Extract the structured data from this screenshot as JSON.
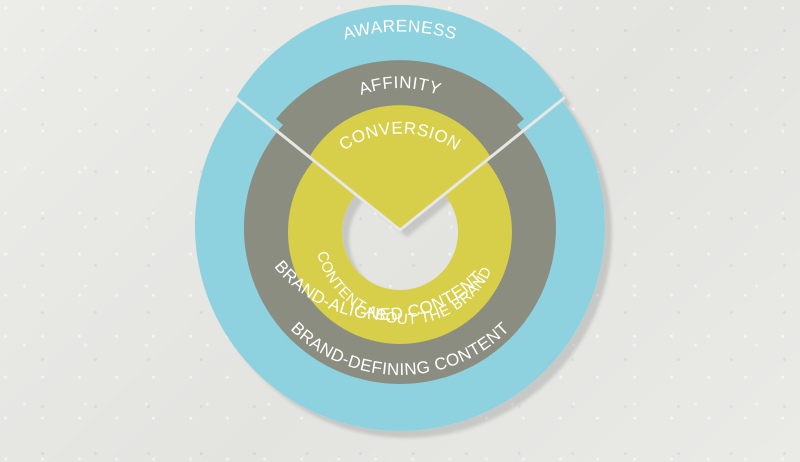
{
  "diagram": {
    "segments": {
      "awareness": "AWARENESS",
      "affinity": "AFFINITY",
      "conversion": "CONVERSION"
    },
    "rings": {
      "outer": "BRAND-DEFINING CONTENT",
      "middle": "BRAND-ALIGNED CONTENT",
      "inner": "CONTENT ABOUT THE BRAND"
    },
    "colors": {
      "outer_ring": "#8fd2df",
      "middle_ring": "#8b8d80",
      "inner_ring": "#d7cf4a",
      "center": "#e7e7e5",
      "text": "#ffffff"
    }
  }
}
